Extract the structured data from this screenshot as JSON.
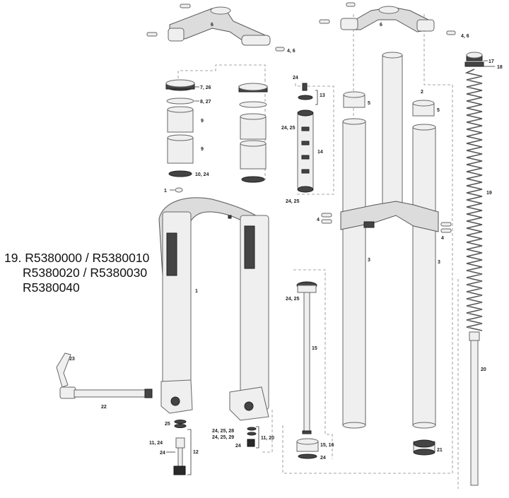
{
  "callouts": {
    "c6a": "6",
    "c6b": "6",
    "c46a": "4, 6",
    "c46b": "4, 6",
    "c726": "7, 26",
    "c827": "8, 27",
    "c9a": "9",
    "c9b": "9",
    "c1024": "10, 24",
    "c1a": "1",
    "c1b": "1",
    "c24top": "24",
    "c13": "13",
    "c2425a": "24, 25",
    "c14": "14",
    "c2425b": "24, 25",
    "c2425c": "24, 25",
    "c2": "2",
    "c5a": "5",
    "c5b": "5",
    "c3a": "3",
    "c3b": "3",
    "c4a": "4",
    "c4b": "4",
    "c17": "17",
    "c18": "18",
    "c19": "19",
    "c20": "20",
    "c15": "15",
    "c1516": "15, 16",
    "c24low": "24",
    "c21": "21",
    "c23": "23",
    "c22": "22",
    "c25": "25",
    "c1124": "11, 24",
    "c24axle": "24",
    "c12": "12",
    "c242528": "24, 25, 28",
    "c242529": "24, 25, 29",
    "c24b": "24",
    "c1120": "11, 20"
  },
  "part_numbers": {
    "prefix": "19.",
    "line1": "R5380000 / R5380010",
    "line2": "R5380020 / R5380030",
    "line3": "R5380040"
  }
}
